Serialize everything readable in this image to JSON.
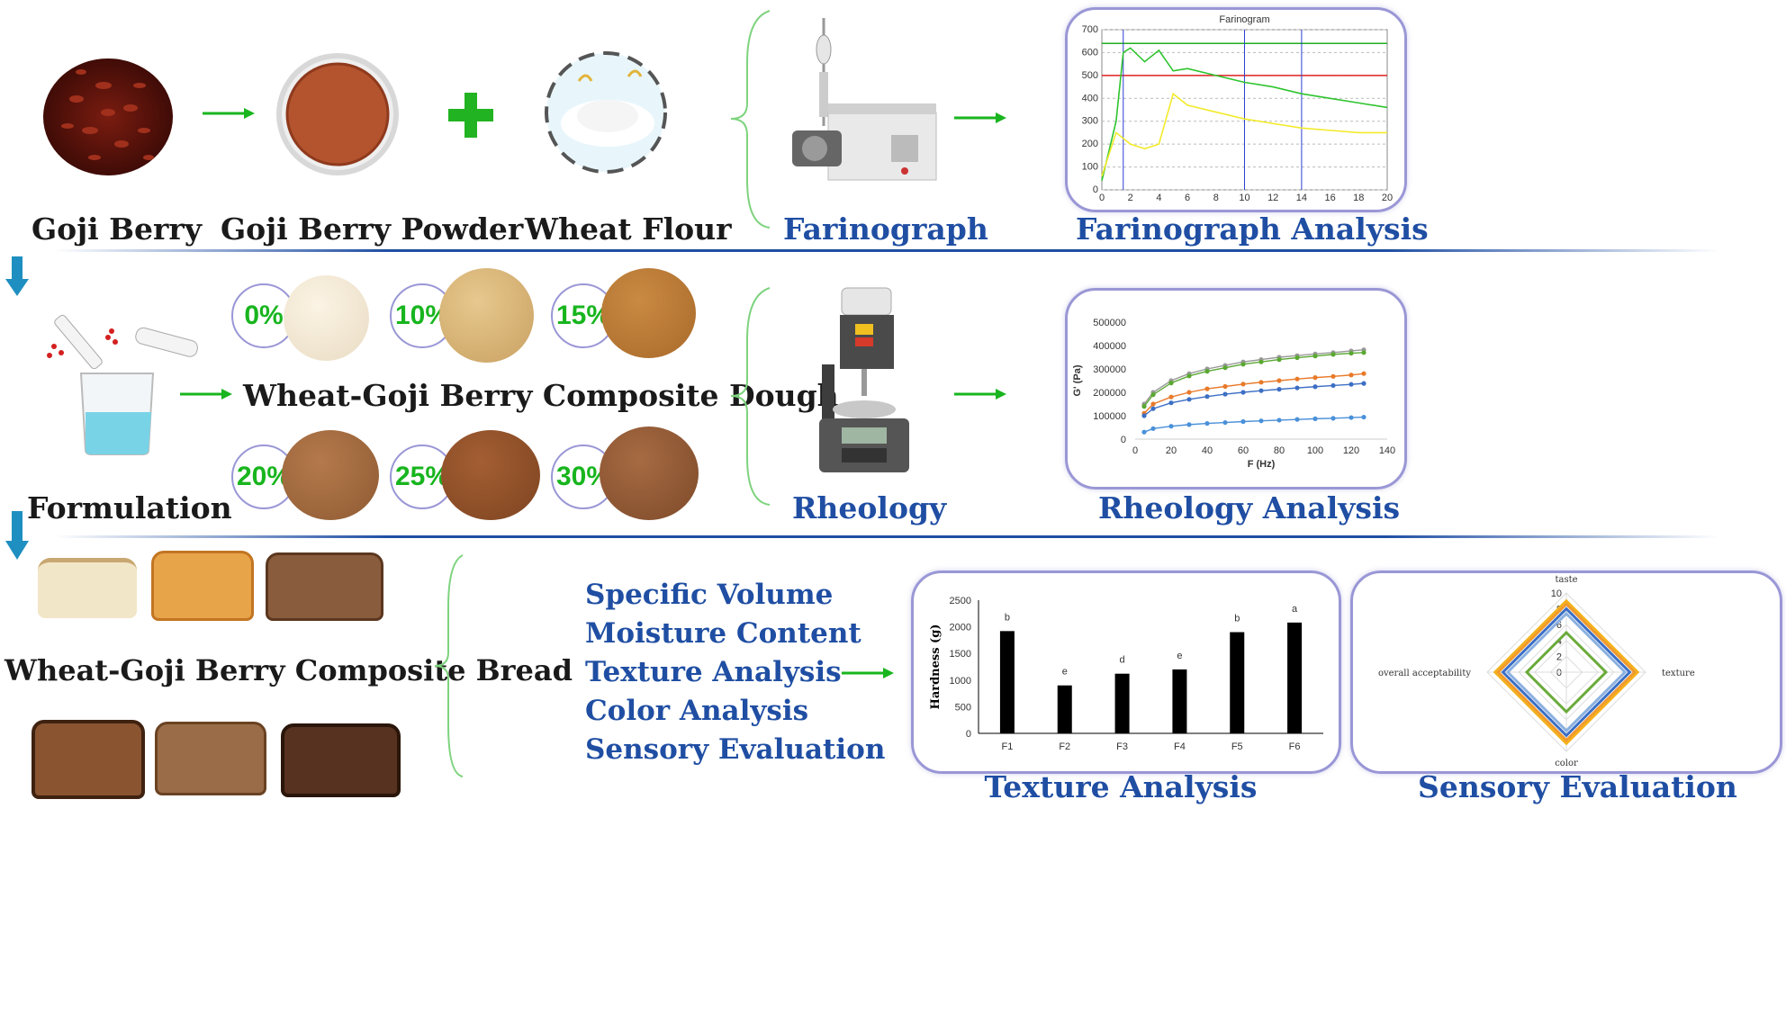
{
  "row1": {
    "goji_berry": "Goji Berry",
    "goji_powder": "Goji Berry Powder",
    "wheat_flour": "Wheat Flour",
    "farinograph": "Farinograph",
    "farinograph_analysis": "Farinograph Analysis"
  },
  "row2": {
    "formulation": "Formulation",
    "composite_dough": "Wheat-Goji Berry Composite Dough",
    "percentages": [
      "0%",
      "10%",
      "15%",
      "20%",
      "25%",
      "30%"
    ],
    "rheology": "Rheology",
    "rheology_analysis": "Rheology Analysis"
  },
  "row3": {
    "composite_bread": "Wheat-Goji Berry Composite Bread",
    "measurements": [
      "Specific Volume",
      "Moisture Content",
      "Texture Analysis",
      "Color Analysis",
      "Sensory Evaluation"
    ],
    "texture_analysis": "Texture Analysis",
    "sensory_evaluation": "Sensory Evaluation"
  },
  "colors": {
    "accent_blue": "#1f4ea3",
    "accent_green": "#18b51e",
    "panel_border": "#9a97d6"
  },
  "chart_data": [
    {
      "type": "line",
      "title": "Farinogram",
      "xlim": [
        0,
        20
      ],
      "ylim": [
        0,
        700
      ],
      "x_ticks": [
        "0",
        "2",
        "4",
        "6",
        "8",
        "10",
        "12",
        "14",
        "16",
        "18",
        "20"
      ],
      "y_ticks": [
        "0",
        "100",
        "200",
        "300",
        "400",
        "500",
        "600",
        "700"
      ],
      "series": [
        {
          "x": [
            0,
            1,
            1.5,
            2,
            3,
            4,
            5,
            6,
            8,
            10,
            12,
            14,
            16,
            18,
            20
          ],
          "values": [
            40,
            300,
            600,
            620,
            560,
            610,
            520,
            530,
            500,
            470,
            450,
            420,
            400,
            380,
            360
          ]
        },
        {
          "x": [
            0,
            1,
            2,
            3,
            4,
            5,
            6,
            8,
            10,
            12,
            14,
            16,
            18,
            20
          ],
          "values": [
            60,
            250,
            200,
            180,
            200,
            420,
            370,
            340,
            310,
            290,
            270,
            260,
            250,
            250
          ]
        }
      ],
      "reference_lines": [
        640,
        500
      ]
    },
    {
      "type": "scatter",
      "ylabel": "G' (Pa)",
      "xlabel": "F (Hz)",
      "xlim": [
        0,
        140
      ],
      "ylim": [
        0,
        500000
      ],
      "x_ticks": [
        "0",
        "20",
        "40",
        "60",
        "80",
        "100",
        "120",
        "140"
      ],
      "y_ticks": [
        "0",
        "100000",
        "200000",
        "300000",
        "400000",
        "500000"
      ],
      "x": [
        5,
        10,
        20,
        30,
        40,
        50,
        60,
        70,
        80,
        90,
        100,
        110,
        120,
        127
      ],
      "series": [
        {
          "color": "#999999",
          "values": [
            150000,
            200000,
            250000,
            280000,
            300000,
            315000,
            330000,
            340000,
            350000,
            357000,
            364000,
            370000,
            377000,
            382000
          ]
        },
        {
          "color": "#5aa832",
          "values": [
            140000,
            190000,
            240000,
            270000,
            290000,
            305000,
            320000,
            330000,
            340000,
            348000,
            355000,
            362000,
            367000,
            370000
          ]
        },
        {
          "color": "#e87a2a",
          "values": [
            110000,
            150000,
            180000,
            200000,
            215000,
            225000,
            235000,
            243000,
            250000,
            257000,
            263000,
            268000,
            274000,
            280000
          ]
        },
        {
          "color": "#3c6fc4",
          "values": [
            100000,
            130000,
            155000,
            170000,
            182000,
            192000,
            200000,
            207000,
            213000,
            219000,
            224000,
            229000,
            234000,
            238000
          ]
        },
        {
          "color": "#4a90d9",
          "values": [
            30000,
            45000,
            55000,
            62000,
            67000,
            71000,
            75000,
            78000,
            81000,
            84000,
            87000,
            89000,
            92000,
            94000
          ]
        }
      ]
    },
    {
      "type": "bar",
      "ylabel": "Hardness (g)",
      "categories": [
        "F1",
        "F2",
        "F3",
        "F4",
        "F5",
        "F6"
      ],
      "values": [
        1920,
        900,
        1120,
        1200,
        1900,
        2080
      ],
      "letters": [
        "b",
        "e",
        "d",
        "e",
        "b",
        "a"
      ],
      "ylim": [
        0,
        2500
      ],
      "y_ticks": [
        "0",
        "500",
        "1000",
        "1500",
        "2000",
        "2500"
      ]
    },
    {
      "type": "radar",
      "axes": [
        "taste",
        "texture",
        "color",
        "overall acceptability"
      ],
      "r_ticks": [
        "0",
        "2",
        "4",
        "6",
        "8",
        "10"
      ],
      "rlim": [
        0,
        10
      ],
      "series": [
        {
          "color": "#f4b21c",
          "values": [
            9,
            9,
            9,
            9
          ]
        },
        {
          "color": "#f09a30",
          "values": [
            8.6,
            8.6,
            8.6,
            8.6
          ]
        },
        {
          "color": "#3c6fc4",
          "values": [
            8,
            8,
            8,
            8
          ]
        },
        {
          "color": "#8ab0e0",
          "values": [
            7.4,
            7.4,
            7.4,
            7.4
          ]
        },
        {
          "color": "#6aaa3a",
          "values": [
            5,
            5,
            5,
            5
          ]
        }
      ]
    }
  ]
}
